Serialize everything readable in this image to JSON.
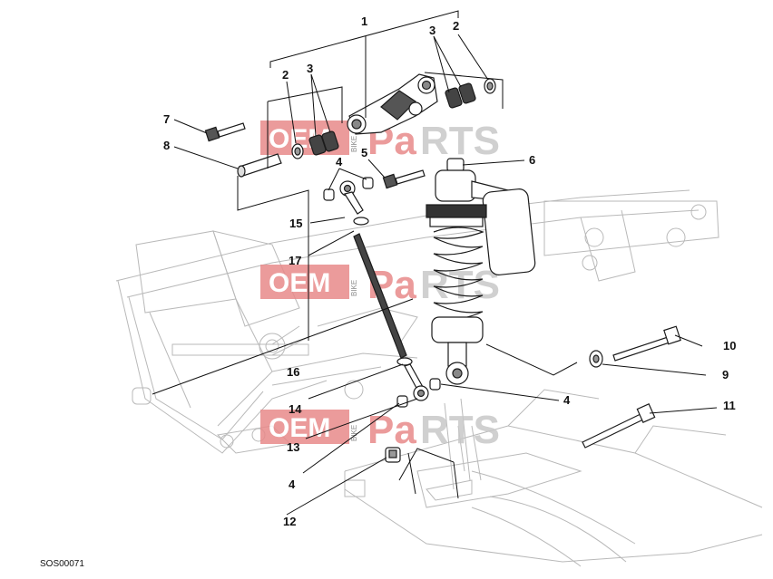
{
  "diagram": {
    "reference_code": "SOS00071",
    "callouts": [
      {
        "id": "c1",
        "label": "1"
      },
      {
        "id": "c2a",
        "label": "2"
      },
      {
        "id": "c2b",
        "label": "2"
      },
      {
        "id": "c3a",
        "label": "3"
      },
      {
        "id": "c3b",
        "label": "3"
      },
      {
        "id": "c4a",
        "label": "4"
      },
      {
        "id": "c4b",
        "label": "4"
      },
      {
        "id": "c4c",
        "label": "4"
      },
      {
        "id": "c5",
        "label": "5"
      },
      {
        "id": "c6",
        "label": "6"
      },
      {
        "id": "c7",
        "label": "7"
      },
      {
        "id": "c8",
        "label": "8"
      },
      {
        "id": "c9",
        "label": "9"
      },
      {
        "id": "c10",
        "label": "10"
      },
      {
        "id": "c11",
        "label": "11"
      },
      {
        "id": "c12",
        "label": "12"
      },
      {
        "id": "c13",
        "label": "13"
      },
      {
        "id": "c14",
        "label": "14"
      },
      {
        "id": "c15",
        "label": "15"
      },
      {
        "id": "c16",
        "label": "16"
      },
      {
        "id": "c17",
        "label": "17"
      }
    ]
  },
  "watermark": {
    "oem": "OEM",
    "bike": "BIKE",
    "parts_pa": "Pa",
    "parts_rts": "RTS",
    "colors": {
      "oem_bg": "#e88a8a",
      "pa": "#e88a8a",
      "rts": "#c8c8c8"
    }
  }
}
